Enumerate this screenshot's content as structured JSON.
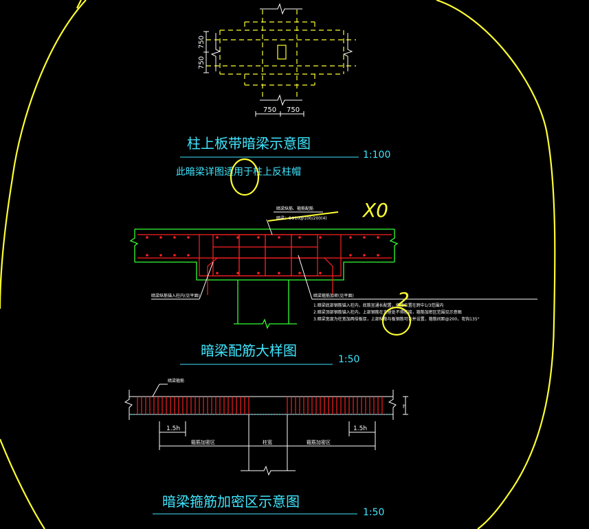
{
  "plan": {
    "dim_vertical_top": "750",
    "dim_vertical_bottom": "750",
    "dim_horizontal_left": "750",
    "dim_horizontal_right": "750"
  },
  "titles": {
    "title1": "柱上板带暗梁示意图",
    "scale1": "1:100",
    "note1": "此暗梁详图适用于柱上反柱帽",
    "title2": "暗梁配筋大样图",
    "scale2": "1:50",
    "title3": "暗梁箍筋加密区示意图",
    "scale3": "1:50"
  },
  "section": {
    "leader_top_line1": "暗梁纵筋、箍筋配筋",
    "leader_top_line2": "暗梁：8Φ10@100/200(4)",
    "leader_left": "暗梁纵筋锚入柱内(见平面)",
    "leader_right": "暗梁箍筋加密(见平面)",
    "notes": [
      "1.暗梁底部钢筋锚入柱内，底筋宜通长配置，搭接位置在跨中1/3范围内",
      "2.暗梁顶部钢筋锚入柱内，上部钢筋在支座处不得搭接，箍筋加密区范围见示意图",
      "3.暗梁宽度为柱宽加两倍板厚，上部纵筋与板钢筋可合并设置，箍筋间距@200，弯钩135°"
    ]
  },
  "stirrup": {
    "top_label": "暗梁箍筋",
    "dim_left": "1.5h",
    "dim_right": "1.5h",
    "seg_left": "箍筋加密区",
    "seg_mid": "柱宽",
    "seg_right": "箍筋加密区",
    "h_label": "h"
  },
  "annotations": {
    "mark1": "X0",
    "mark2": "2"
  },
  "colors": {
    "background": "#000000",
    "line_cyan": "#3fe6ff",
    "line_yellow": "#ffff33",
    "rebar_red": "#ff2020",
    "member_green": "#33ff33",
    "text_white": "#ffffff"
  }
}
